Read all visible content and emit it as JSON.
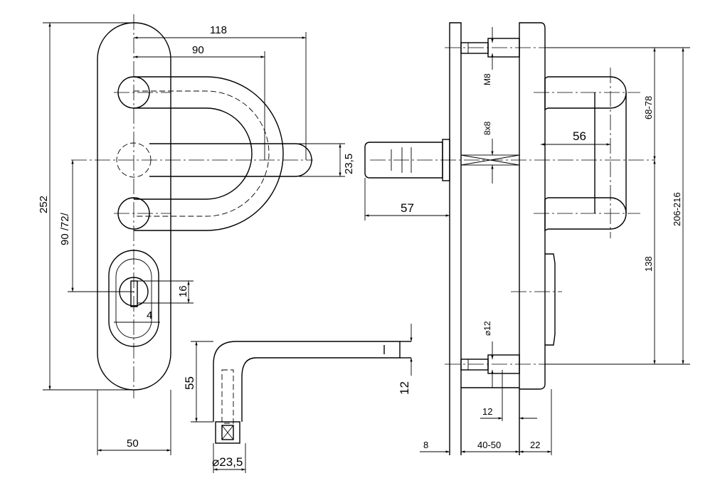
{
  "front_view": {
    "dim_width_top": "118",
    "dim_width_inner": "90",
    "dim_bar_dia": "23,5",
    "dim_height": "252",
    "dim_spacing": "90 /72/",
    "dim_key_height": "16",
    "dim_key_width": "4",
    "dim_plate_width": "50"
  },
  "side_handle": {
    "dim_height": "55",
    "dim_thickness": "12",
    "dim_neck_dia": "⌀23,5"
  },
  "section_view": {
    "dim_handle_length": "57",
    "label_screw": "M8",
    "label_spindle": "8x8",
    "dim_projection": "56",
    "dim_upper": "68-78",
    "dim_total": "206-216",
    "dim_lower": "138",
    "label_bolt": "⌀12",
    "dim_bolt_len": "12",
    "dim_front": "8",
    "dim_door": "40-50",
    "dim_back": "22"
  }
}
